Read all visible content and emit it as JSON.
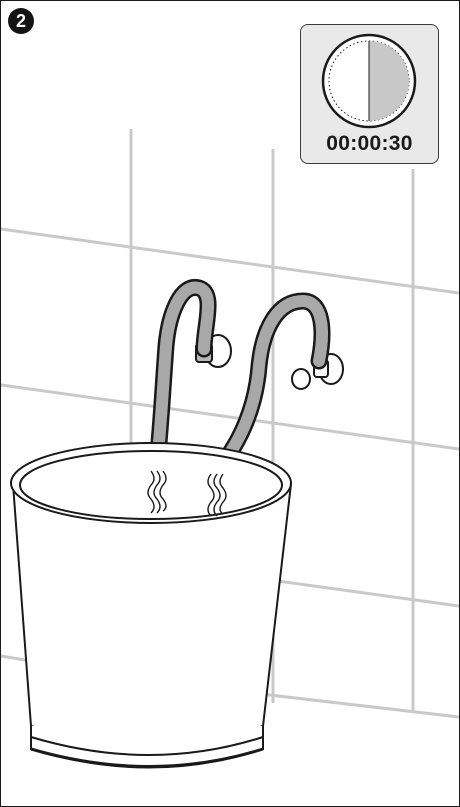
{
  "step": {
    "number": "2"
  },
  "timer": {
    "readout": "00:00:30",
    "elapsed_fraction": 0.5
  },
  "icons": {
    "timer": "stopwatch-icon",
    "hoses": "water-hose-icon",
    "bucket": "bucket-icon",
    "taps": "water-tap-icon"
  },
  "colors": {
    "line": "#1a1a1a",
    "hose_fill": "#a8a8a8",
    "timer_fill": "#c8c8c8",
    "tile_grout": "#c9c9c9"
  }
}
